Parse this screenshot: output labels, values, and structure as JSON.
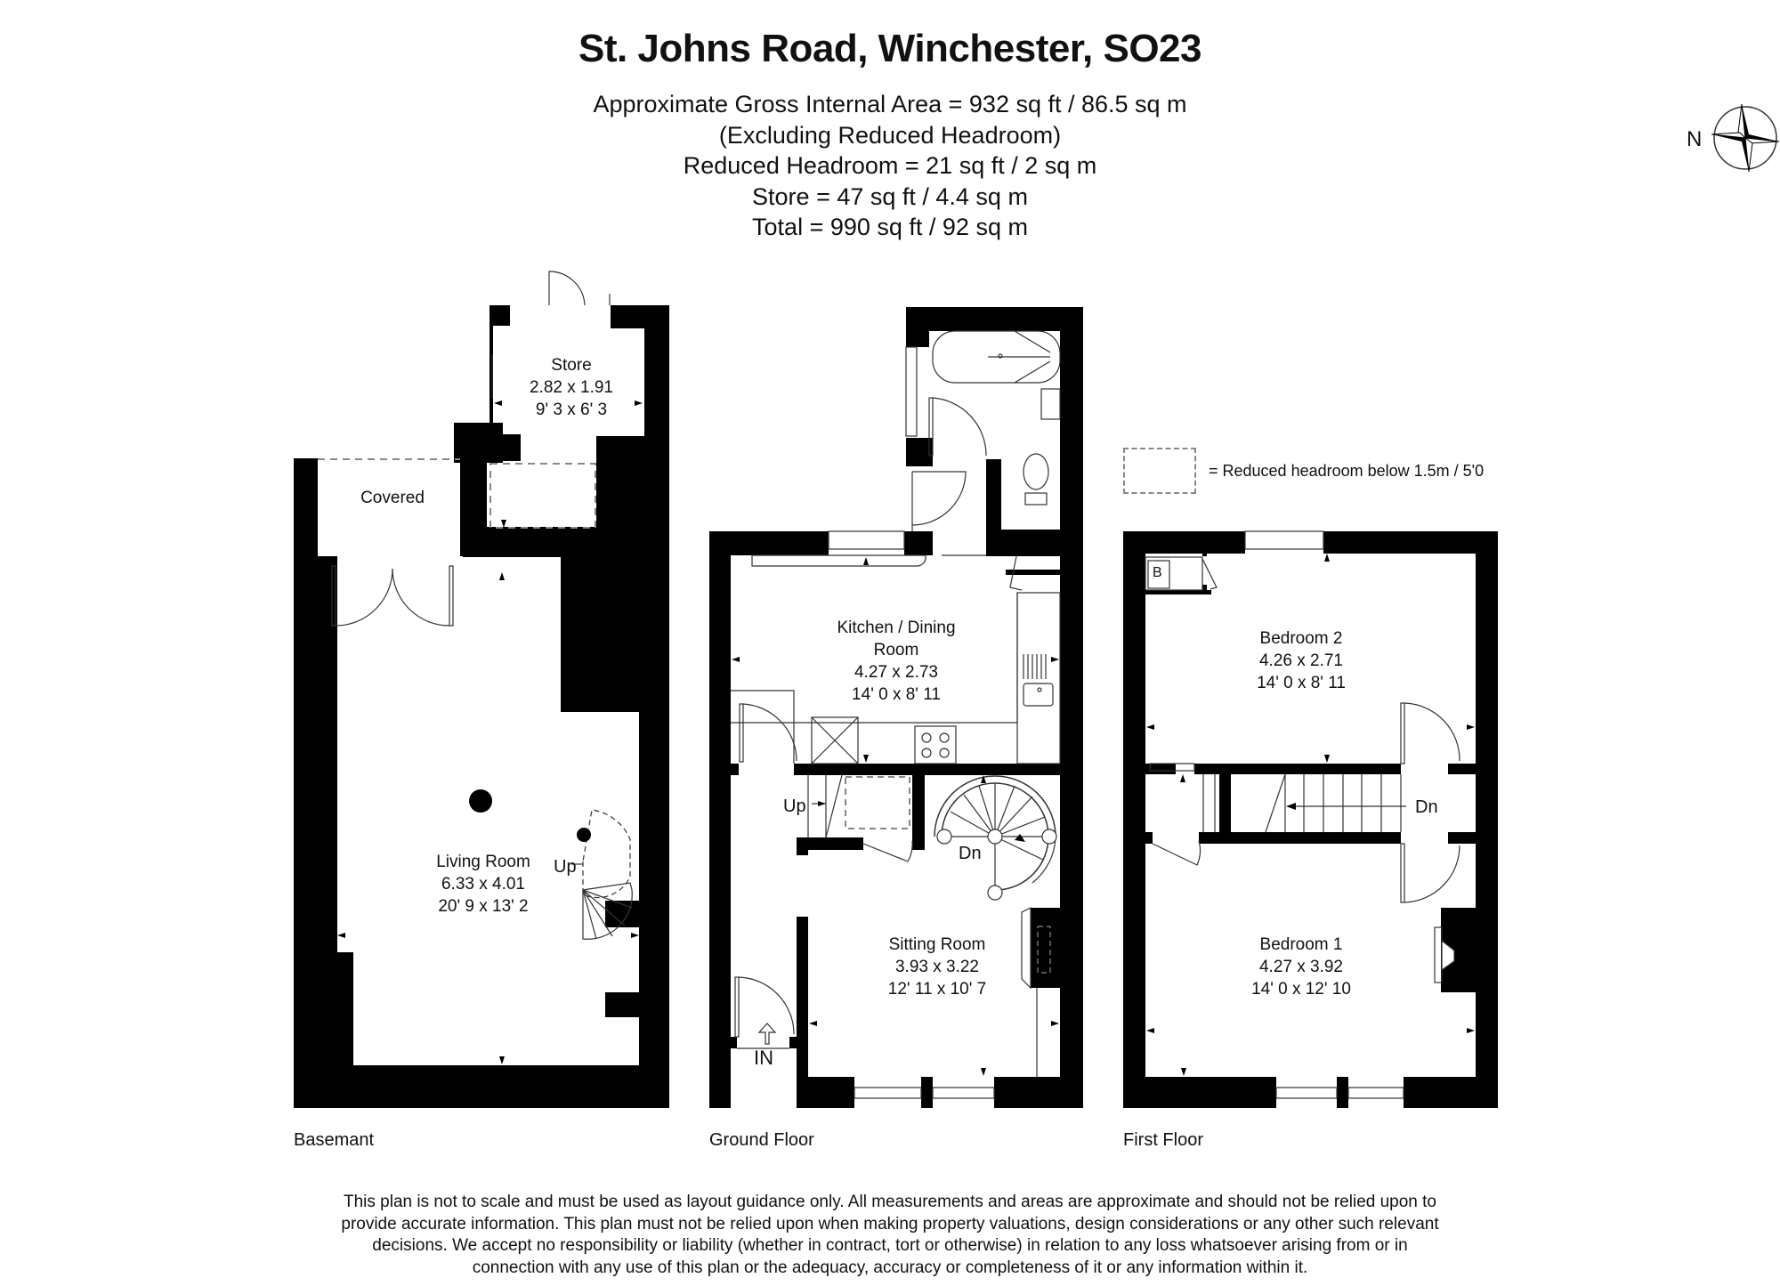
{
  "header": {
    "title": "St. Johns Road, Winchester, SO23",
    "summary_lines": [
      "Approximate Gross Internal Area = 932 sq ft / 86.5 sq m",
      "(Excluding Reduced Headroom)",
      "Reduced Headroom = 21 sq ft / 2 sq m",
      "Store = 47 sq ft / 4.4 sq m",
      "Total = 990 sq ft / 92 sq m"
    ]
  },
  "compass": {
    "label": "N",
    "icon": "compass-rose-icon"
  },
  "legend": {
    "text": "= Reduced headroom below 1.5m / 5'0",
    "icon": "dashed-box-icon"
  },
  "floors": {
    "basement": {
      "label": "Basemant",
      "rooms": [
        {
          "name": "Store",
          "metric": "2.82 x 1.91",
          "imperial": "9' 3 x 6' 3"
        },
        {
          "name": "Covered"
        },
        {
          "name": "Living Room",
          "metric": "6.33 x 4.01",
          "imperial": "20' 9 x 13' 2"
        }
      ],
      "stairs_label": "Up"
    },
    "ground": {
      "label": "Ground Floor",
      "rooms": [
        {
          "name": "Kitchen / Dining",
          "name2": "Room",
          "metric": "4.27 x 2.73",
          "imperial": "14' 0 x 8' 11"
        },
        {
          "name": "Sitting Room",
          "metric": "3.93 x 3.22",
          "imperial": "12' 11 x 10' 7"
        }
      ],
      "stairs_up_label": "Up",
      "stairs_down_label": "Dn",
      "entrance_label": "IN"
    },
    "first": {
      "label": "First Floor",
      "rooms": [
        {
          "name": "Bedroom 2",
          "metric": "4.26 x 2.71",
          "imperial": "14' 0 x 8' 11"
        },
        {
          "name": "Bedroom 1",
          "metric": "4.27 x 3.92",
          "imperial": "14' 0 x 12' 10"
        }
      ],
      "stairs_down_label": "Dn",
      "boiler_label": "B"
    }
  },
  "colors": {
    "wall": "#000000",
    "background": "#ffffff",
    "line": "#333333",
    "dashed": "#888888"
  },
  "disclaimer_lines": [
    "This plan is not to scale and must be used as layout guidance only. All measurements and areas are approximate and should not be relied upon to",
    "provide accurate information. This plan must not be relied upon when making property valuations, design considerations or any other such relevant",
    "decisions. We accept no responsibility or liability (whether in contract, tort or otherwise) in relation to any loss whatsoever arising from or in",
    "connection with any use of this plan or the adequacy, accuracy or completeness of it or any information within it."
  ]
}
